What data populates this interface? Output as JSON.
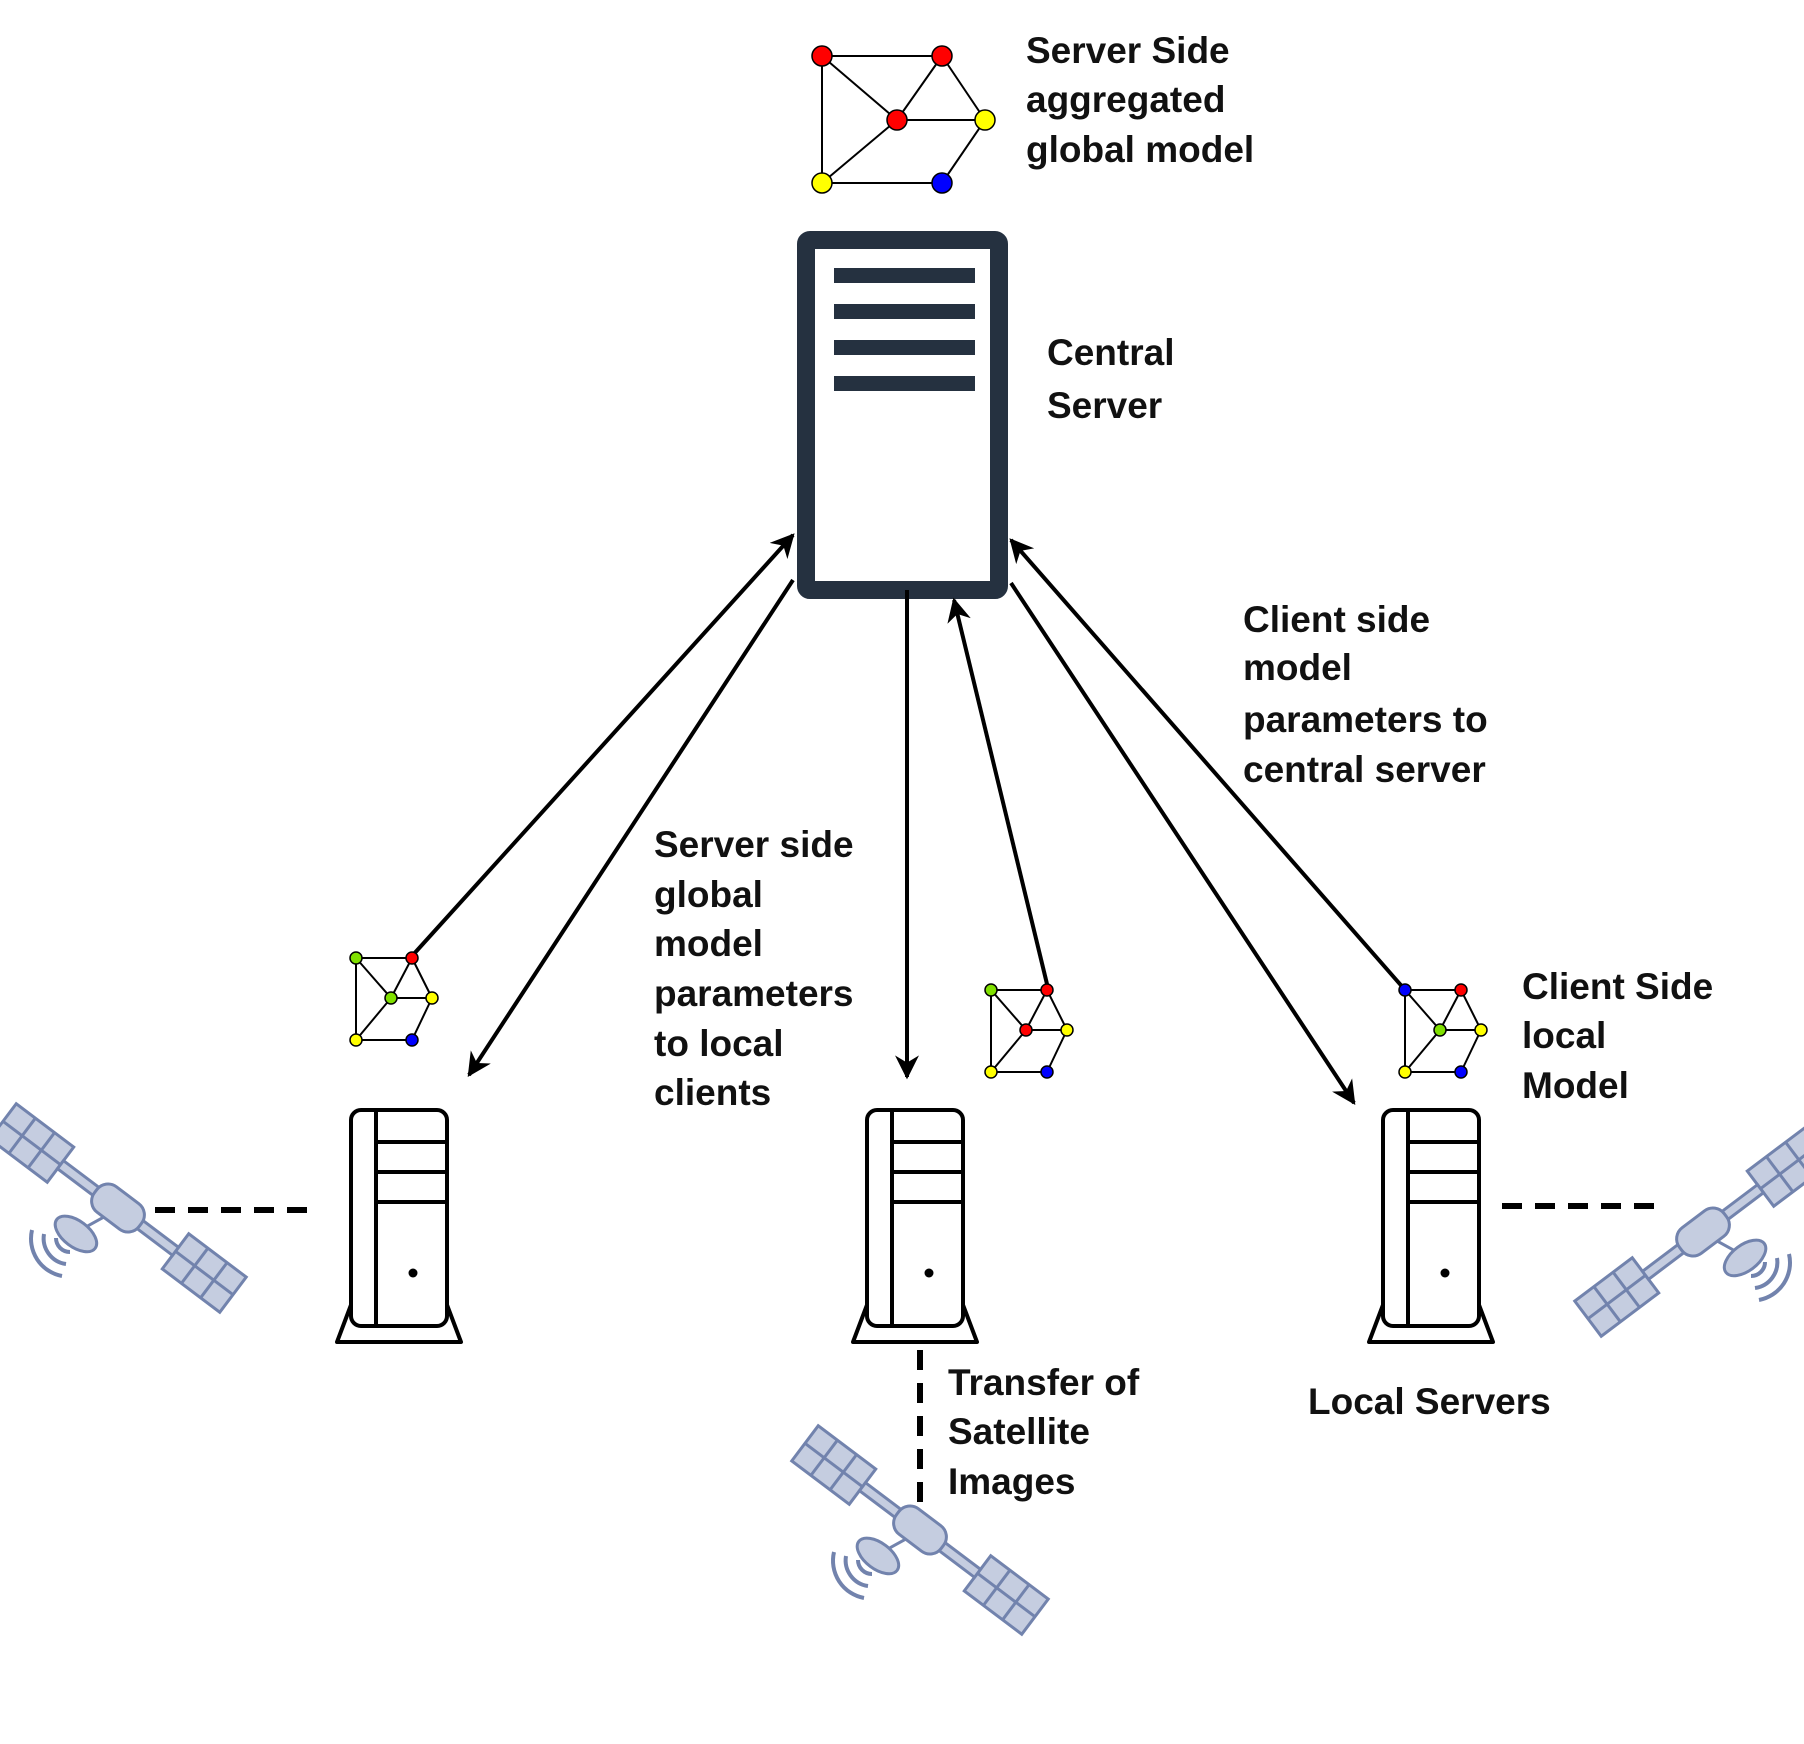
{
  "labels": {
    "global_model": [
      "Server Side",
      "aggregated",
      "global model"
    ],
    "central_server": [
      "Central",
      "Server"
    ],
    "client_params": [
      "Client side",
      "model",
      "parameters to",
      "central server"
    ],
    "server_params": [
      "Server side",
      "global",
      "model",
      "parameters",
      "to local",
      "clients"
    ],
    "local_model": [
      "Client Side",
      "local",
      "Model"
    ],
    "transfer": [
      "Transfer of",
      "Satellite",
      "Images"
    ],
    "local_servers": "Local Servers"
  },
  "colors": {
    "server_body": "#253140",
    "satellite_fill": "#c5cde0",
    "satellite_stroke": "#7283ad",
    "node_red": "#ff0000",
    "node_yellow": "#ffff00",
    "node_blue": "#0000ff",
    "node_green": "#80e000"
  },
  "icons": [
    "graph-network-icon",
    "server-tower-icon",
    "desktop-tower-icon",
    "satellite-icon"
  ]
}
